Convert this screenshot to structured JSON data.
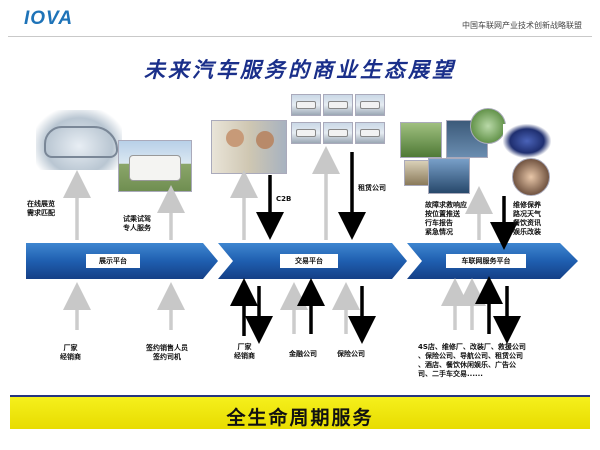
{
  "header": {
    "logo": "IOVA",
    "org": "中国车联网产业技术创新战略联盟"
  },
  "title": "未来汽车服务的商业生态展望",
  "platforms": [
    {
      "label": "展示平台"
    },
    {
      "label": "交易平台"
    },
    {
      "label": "车联网服务平台"
    }
  ],
  "upper_labels": {
    "needs_match": "在线展览\n需求匹配",
    "test_drive": "试乘试驾\n专人服务",
    "c2b": "C2B",
    "leasing": "租赁公司",
    "services": "故障求救响应\n按位置推送\n行车报告\n紧急情况",
    "lifestyle": "维修保养\n路况天气\n餐饮资讯\n娱乐改装"
  },
  "lower_labels": {
    "manufacturer_dealer_1": "厂家\n经销商",
    "sales_driver": "签约销售人员\n签约司机",
    "manufacturer_dealer_2": "厂家\n经销商",
    "finance": "金融公司",
    "insurance": "保险公司",
    "ecosystem": "4S店、维修厂、改装厂、救援公司\n、保险公司、导航公司、租赁公司\n、酒店、餐饮休闲娱乐、广告公\n司、二手车交易......"
  },
  "footer": "全生命周期服务",
  "colors": {
    "title": "#1a2f8a",
    "band": "#1f5fb0",
    "footer": "#f5f01c"
  }
}
